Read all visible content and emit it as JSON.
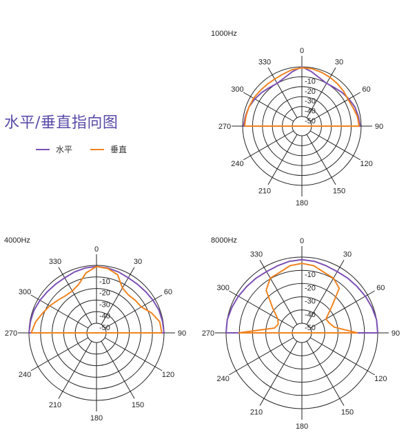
{
  "title": "水平/垂直指向图",
  "legend": [
    {
      "label": "水平",
      "color": "#7b4fb4"
    },
    {
      "label": "垂直",
      "color": "#f0821e"
    }
  ],
  "chart_data": [
    {
      "type": "polar-line",
      "title": "1000Hz",
      "angle_ticks": [
        "0",
        "30",
        "60",
        "90",
        "120",
        "150",
        "180",
        "210",
        "240",
        "270",
        "300",
        "330"
      ],
      "radial_ticks": [
        "-10",
        "-20",
        "-30",
        "-40",
        "-50"
      ],
      "rlim": [
        -60,
        0
      ],
      "grid": true,
      "series": [
        {
          "name": "水平",
          "color": "#7b4fb4",
          "angles": [
            -90,
            -80,
            -70,
            -60,
            -50,
            -40,
            -30,
            -20,
            -10,
            0,
            10,
            20,
            30,
            40,
            50,
            60,
            70,
            80,
            90
          ],
          "values": [
            -1,
            -2,
            -3,
            -5,
            -7,
            -9,
            -10,
            -8,
            -4,
            0,
            -4,
            -8,
            -10,
            -9,
            -7,
            -5,
            -3,
            -2,
            -1
          ]
        },
        {
          "name": "垂直",
          "color": "#f0821e",
          "angles": [
            -90,
            -80,
            -70,
            -60,
            -50,
            -40,
            -30,
            -20,
            -10,
            0,
            10,
            20,
            30,
            40,
            50,
            60,
            70,
            80,
            90
          ],
          "values": [
            -2,
            -2.5,
            -3,
            -3.5,
            -4.5,
            -5,
            -5,
            -4,
            -2,
            -1,
            -1,
            -2,
            -3,
            -4,
            -5,
            -6,
            -5,
            -3,
            -2
          ]
        }
      ]
    },
    {
      "type": "polar-line",
      "title": "4000Hz",
      "angle_ticks": [
        "0",
        "30",
        "60",
        "90",
        "120",
        "150",
        "180",
        "210",
        "240",
        "270",
        "300",
        "330"
      ],
      "radial_ticks": [
        "-10",
        "-20",
        "-30",
        "-40",
        "-50"
      ],
      "rlim": [
        -60,
        0
      ],
      "grid": true,
      "series": [
        {
          "name": "水平",
          "color": "#7b4fb4",
          "angles": [
            -90,
            -80,
            -70,
            -60,
            -50,
            -40,
            -30,
            -20,
            -10,
            0,
            10,
            20,
            30,
            40,
            50,
            60,
            70,
            80,
            90
          ],
          "values": [
            0,
            -0.5,
            -1,
            -2,
            -3,
            -3.5,
            -3.5,
            -2.5,
            -1.5,
            -1,
            -1.5,
            -2.5,
            -3.5,
            -3.5,
            -3,
            -2,
            -1,
            -0.5,
            0
          ]
        },
        {
          "name": "垂直",
          "color": "#f0821e",
          "angles": [
            -90,
            -80,
            -70,
            -60,
            -50,
            -40,
            -30,
            -20,
            -10,
            0,
            10,
            20,
            30,
            40,
            50,
            60,
            70,
            80,
            90
          ],
          "values": [
            -2,
            -5,
            -9,
            -12,
            -15,
            -17,
            -17,
            -14,
            -6,
            -1,
            -2,
            -5,
            -14,
            -16,
            -15,
            -14,
            -8,
            -3,
            -2
          ]
        }
      ]
    },
    {
      "type": "polar-line",
      "title": "8000Hz",
      "angle_ticks": [
        "0",
        "30",
        "60",
        "90",
        "120",
        "150",
        "180",
        "210",
        "240",
        "270",
        "300",
        "330"
      ],
      "radial_ticks": [
        "-10",
        "-20",
        "-30",
        "-40",
        "-50"
      ],
      "rlim": [
        -60,
        0
      ],
      "grid": true,
      "series": [
        {
          "name": "水平",
          "color": "#7b4fb4",
          "angles": [
            -90,
            -80,
            -70,
            -60,
            -50,
            -40,
            -30,
            -20,
            -10,
            0,
            10,
            20,
            30,
            40,
            50,
            60,
            70,
            80,
            90
          ],
          "values": [
            0,
            0,
            -1,
            -2,
            -3,
            -3.5,
            -4,
            -3.5,
            -2.5,
            -2,
            -2.5,
            -3.5,
            -4,
            -3.5,
            -3,
            -2,
            -1,
            0,
            0
          ]
        },
        {
          "name": "垂直",
          "color": "#f0821e",
          "angles": [
            -90,
            -80,
            -70,
            -60,
            -50,
            -40,
            -30,
            -20,
            -10,
            0,
            10,
            20,
            30,
            40,
            50,
            60,
            70,
            80,
            90
          ],
          "values": [
            -10,
            -38,
            -40,
            -38,
            -30,
            -16,
            -10,
            -9,
            -6,
            -5,
            -6,
            -9,
            -10,
            -14,
            -30,
            -38,
            -37,
            -34,
            -16
          ]
        }
      ]
    }
  ]
}
